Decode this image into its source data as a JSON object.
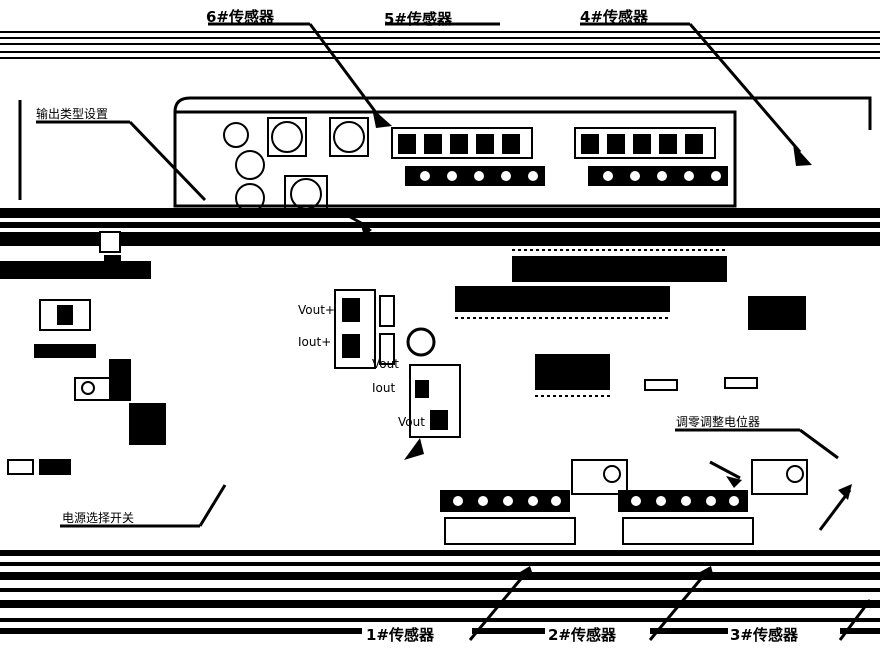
{
  "labels": {
    "sensor6": "6#传感器",
    "sensor5": "5#传感器",
    "sensor4": "4#传感器",
    "sensor1": "1#传感器",
    "sensor2": "2#传感器",
    "sensor3": "3#传感器",
    "output_type": "输出类型设置",
    "power_switch": "电源选择开关",
    "zero_adjust": "调零调整电位器"
  },
  "terminals": {
    "vout_plus": "Vout+",
    "iout_plus": "Iout+",
    "vout": "Vout",
    "iout": "Iout"
  },
  "colors": {
    "ink": "#000000",
    "paper": "#ffffff"
  }
}
